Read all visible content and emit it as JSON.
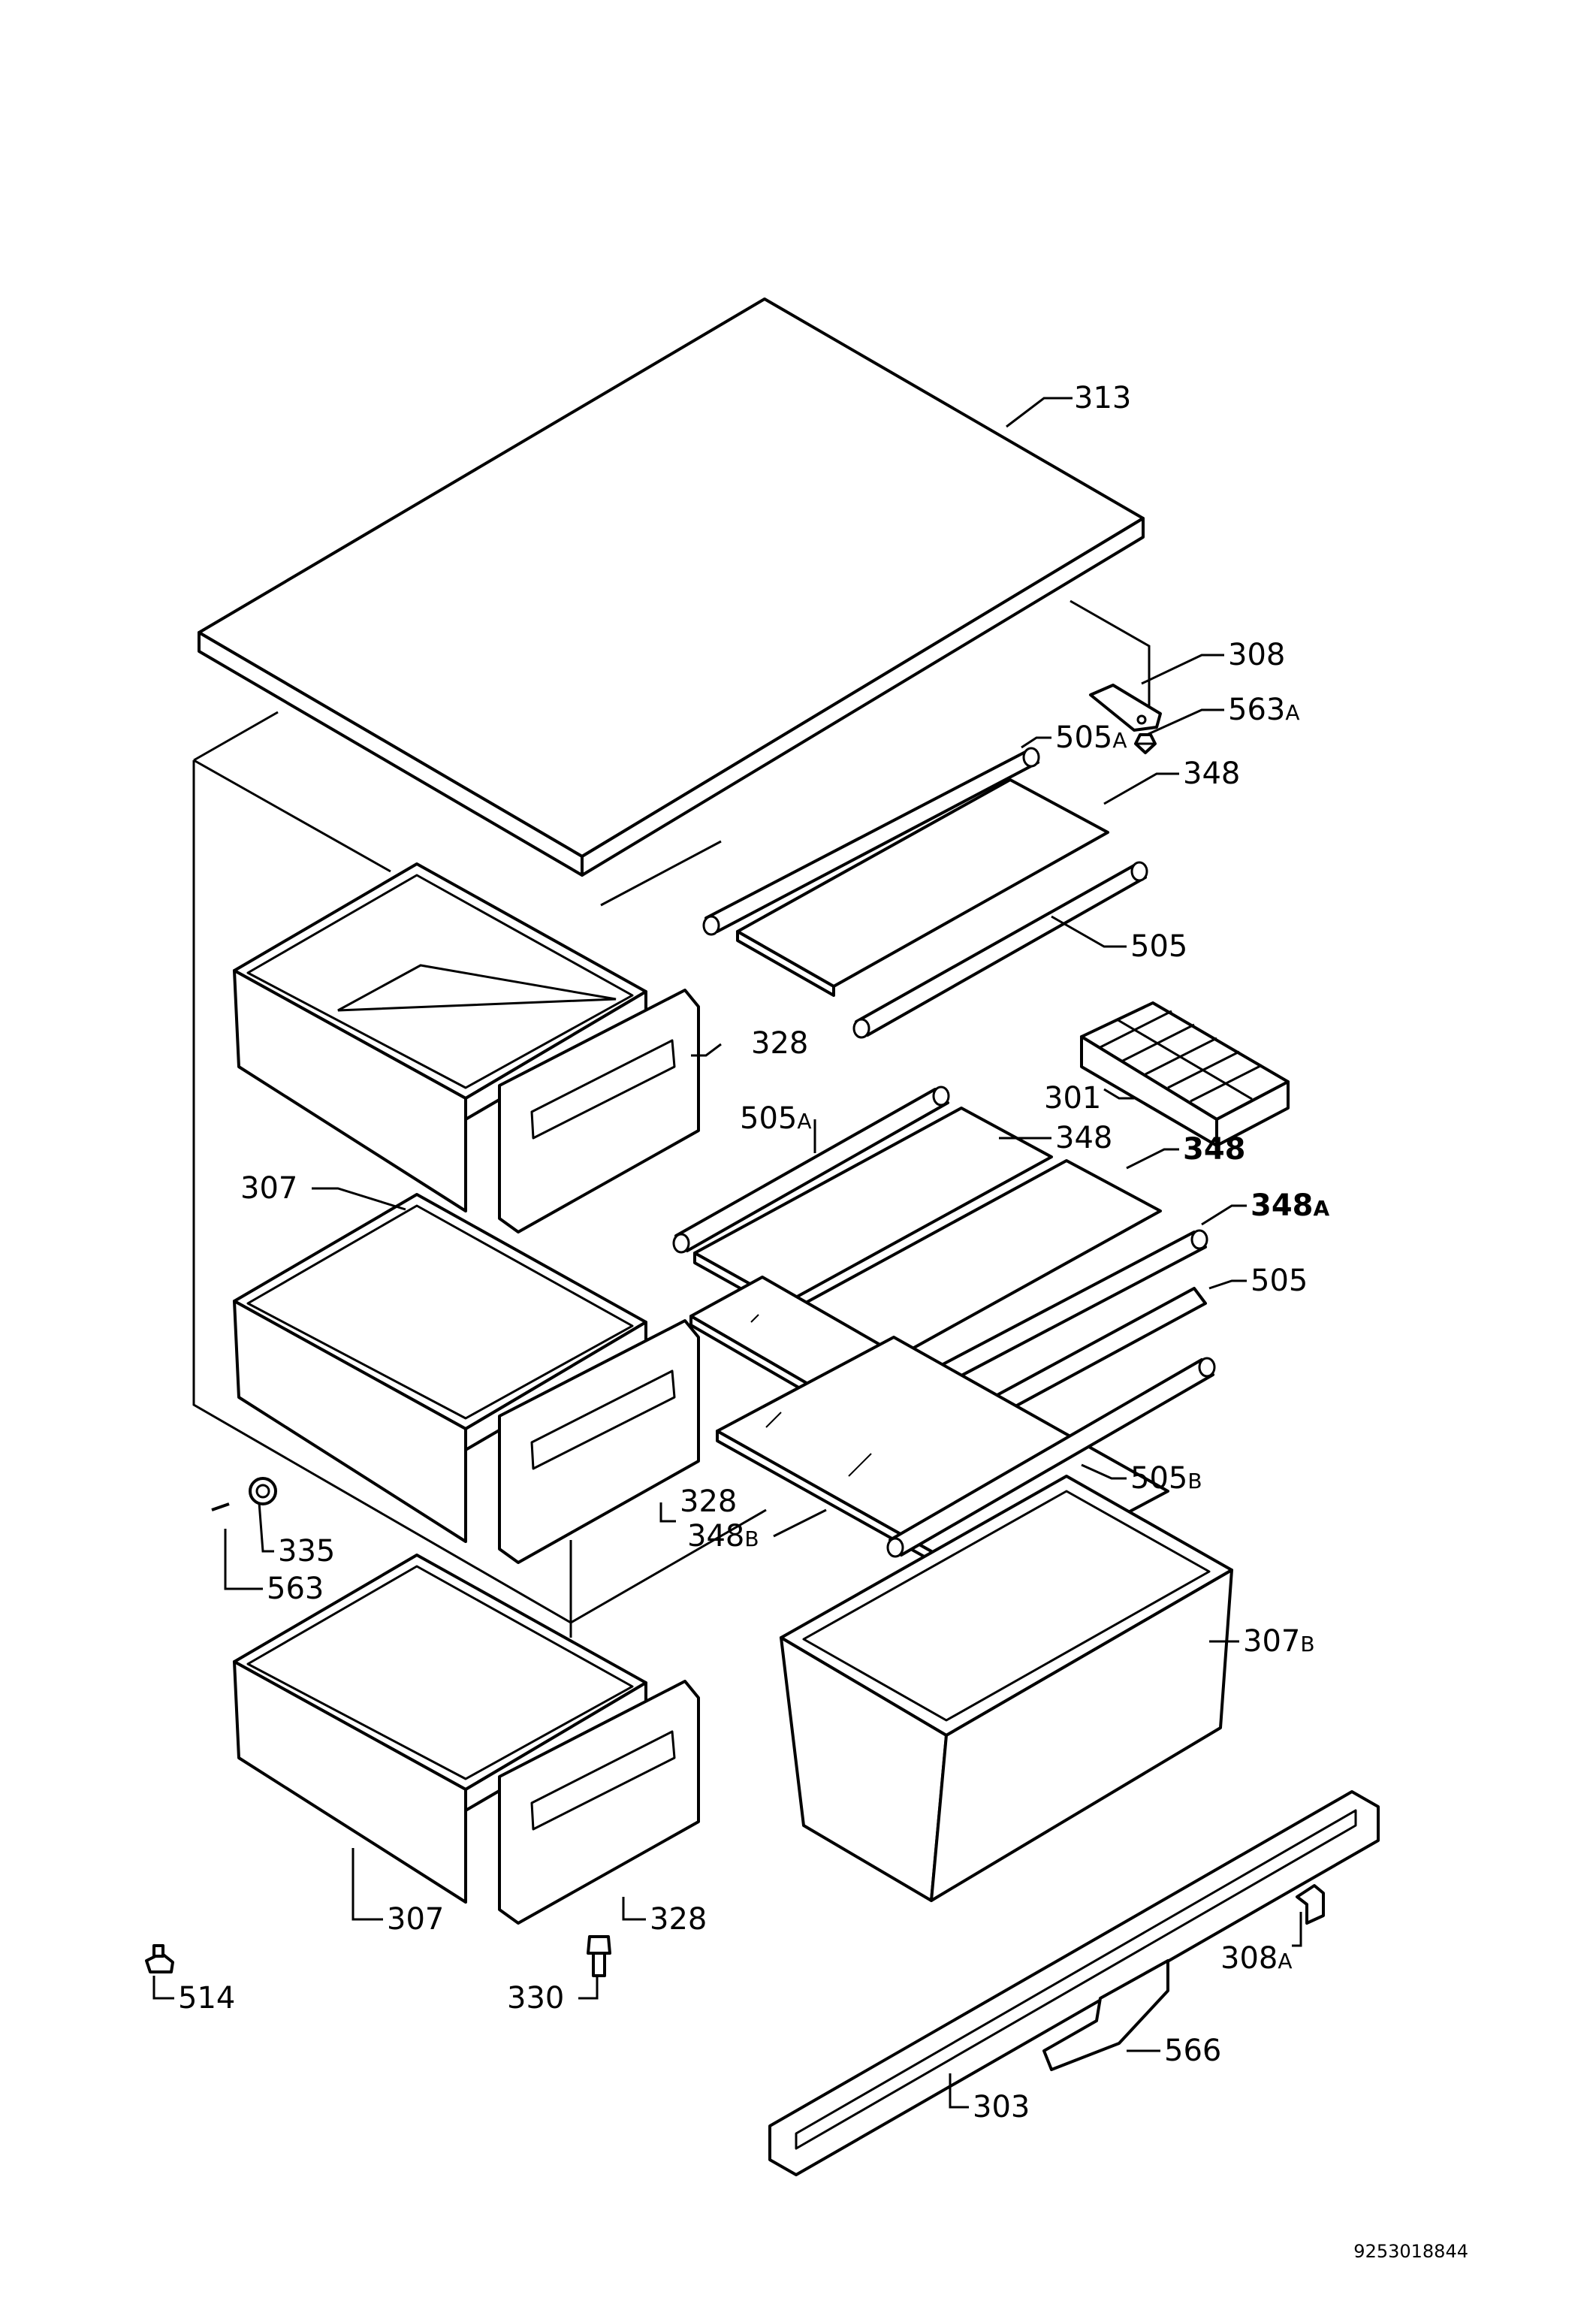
{
  "document_number": "9253018844",
  "callouts": [
    {
      "id": "c313",
      "label": "313",
      "suffix": ""
    },
    {
      "id": "c308",
      "label": "308",
      "suffix": ""
    },
    {
      "id": "c563a",
      "label": "563",
      "suffix": "A"
    },
    {
      "id": "c505a-top",
      "label": "505",
      "suffix": "A"
    },
    {
      "id": "c348-top",
      "label": "348",
      "suffix": ""
    },
    {
      "id": "c505-top",
      "label": "505",
      "suffix": ""
    },
    {
      "id": "c328-top",
      "label": "328",
      "suffix": ""
    },
    {
      "id": "c301",
      "label": "301",
      "suffix": ""
    },
    {
      "id": "c505a-mid",
      "label": "505",
      "suffix": "A"
    },
    {
      "id": "c348-mid",
      "label": "348",
      "suffix": ""
    },
    {
      "id": "c307-top",
      "label": "307",
      "suffix": ""
    },
    {
      "id": "c348-mid2",
      "label": "348",
      "suffix": ""
    },
    {
      "id": "c348a",
      "label": "348",
      "suffix": "A"
    },
    {
      "id": "c505-mid",
      "label": "505",
      "suffix": ""
    },
    {
      "id": "c505b",
      "label": "505",
      "suffix": "B"
    },
    {
      "id": "c328-mid",
      "label": "328",
      "suffix": ""
    },
    {
      "id": "c348b",
      "label": "348",
      "suffix": "B"
    },
    {
      "id": "c335",
      "label": "335",
      "suffix": ""
    },
    {
      "id": "c563",
      "label": "563",
      "suffix": ""
    },
    {
      "id": "c307b",
      "label": "307",
      "suffix": "B"
    },
    {
      "id": "c307-bot",
      "label": "307",
      "suffix": ""
    },
    {
      "id": "c328-bot",
      "label": "328",
      "suffix": ""
    },
    {
      "id": "c308a",
      "label": "308",
      "suffix": "A"
    },
    {
      "id": "c514",
      "label": "514",
      "suffix": ""
    },
    {
      "id": "c330",
      "label": "330",
      "suffix": ""
    },
    {
      "id": "c566",
      "label": "566",
      "suffix": ""
    },
    {
      "id": "c303",
      "label": "303",
      "suffix": ""
    }
  ]
}
